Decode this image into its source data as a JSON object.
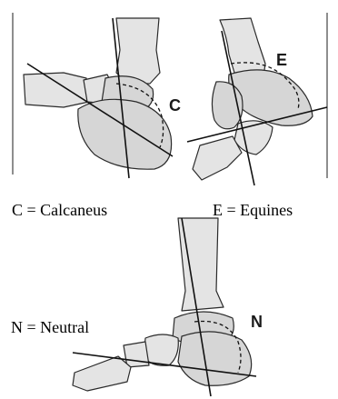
{
  "labels": {
    "c_letter": "C",
    "e_letter": "E",
    "n_letter": "N"
  },
  "captions": {
    "calcaneus": "C = Calcaneus",
    "equines": "E = Equines",
    "neutral": "N = Neutral"
  }
}
